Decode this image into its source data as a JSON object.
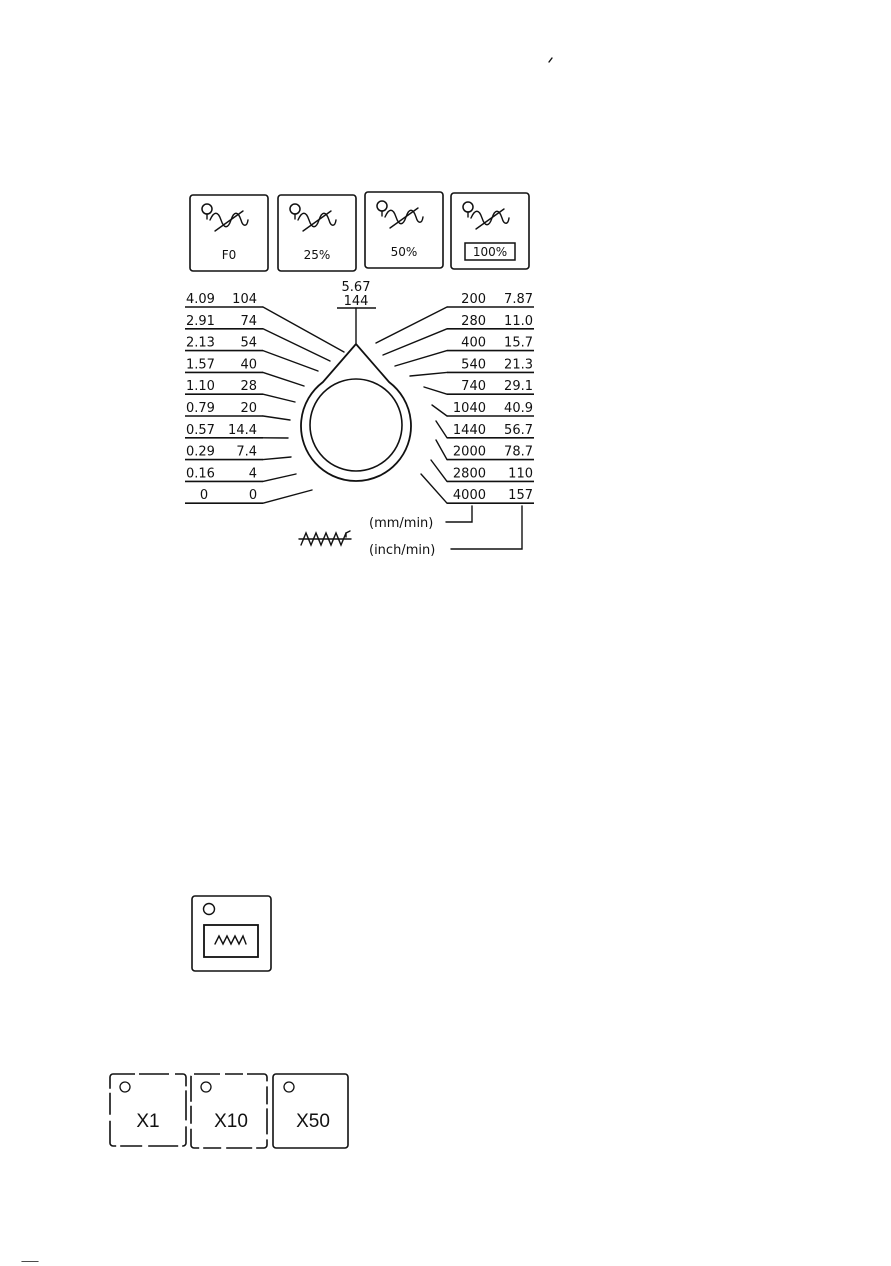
{
  "rapid_override": {
    "buttons": [
      {
        "label": "F0",
        "boxed": false
      },
      {
        "label": "25%",
        "boxed": false
      },
      {
        "label": "50%",
        "boxed": false
      },
      {
        "label": "100%",
        "boxed": true
      }
    ]
  },
  "feedrate_dial": {
    "top": {
      "inch": "5.67",
      "mm": "144"
    },
    "left": [
      {
        "inch": "4.09",
        "mm": "104"
      },
      {
        "inch": "2.91",
        "mm": "74"
      },
      {
        "inch": "2.13",
        "mm": "54"
      },
      {
        "inch": "1.57",
        "mm": "40"
      },
      {
        "inch": "1.10",
        "mm": "28"
      },
      {
        "inch": "0.79",
        "mm": "20"
      },
      {
        "inch": "0.57",
        "mm": "14.4"
      },
      {
        "inch": "0.29",
        "mm": "7.4"
      },
      {
        "inch": "0.16",
        "mm": "4"
      },
      {
        "inch": "0",
        "mm": "0"
      }
    ],
    "right": [
      {
        "mm": "200",
        "inch": "7.87"
      },
      {
        "mm": "280",
        "inch": "11.0"
      },
      {
        "mm": "400",
        "inch": "15.7"
      },
      {
        "mm": "540",
        "inch": "21.3"
      },
      {
        "mm": "740",
        "inch": "29.1"
      },
      {
        "mm": "1040",
        "inch": "40.9"
      },
      {
        "mm": "1440",
        "inch": "56.7"
      },
      {
        "mm": "2000",
        "inch": "78.7"
      },
      {
        "mm": "2800",
        "inch": "110"
      },
      {
        "mm": "4000",
        "inch": "157"
      }
    ],
    "unit_mm": "(mm/min)",
    "unit_inch": "(inch/min)"
  },
  "handle_mode_button": {
    "icon": "zigzag-icon"
  },
  "magnification_buttons": [
    {
      "label": "X1"
    },
    {
      "label": "X10"
    },
    {
      "label": "X50"
    }
  ]
}
